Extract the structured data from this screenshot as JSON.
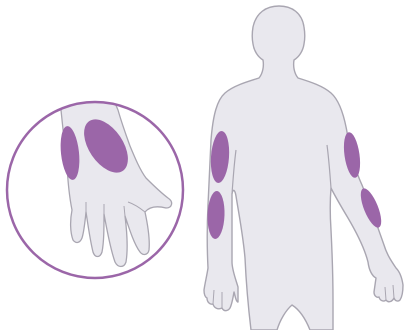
{
  "illustration": {
    "colors": {
      "body_fill": "#e9e8ee",
      "outline": "#a9a6b1",
      "highlight": "#9b66a8",
      "circle_border": "#9b66a8",
      "background": "#ffffff"
    },
    "highlighted_regions": [
      "hand-ulnar-edge",
      "hand-dorsal-center",
      "right-upper-arm",
      "right-forearm",
      "left-upper-arm",
      "left-forearm"
    ]
  }
}
